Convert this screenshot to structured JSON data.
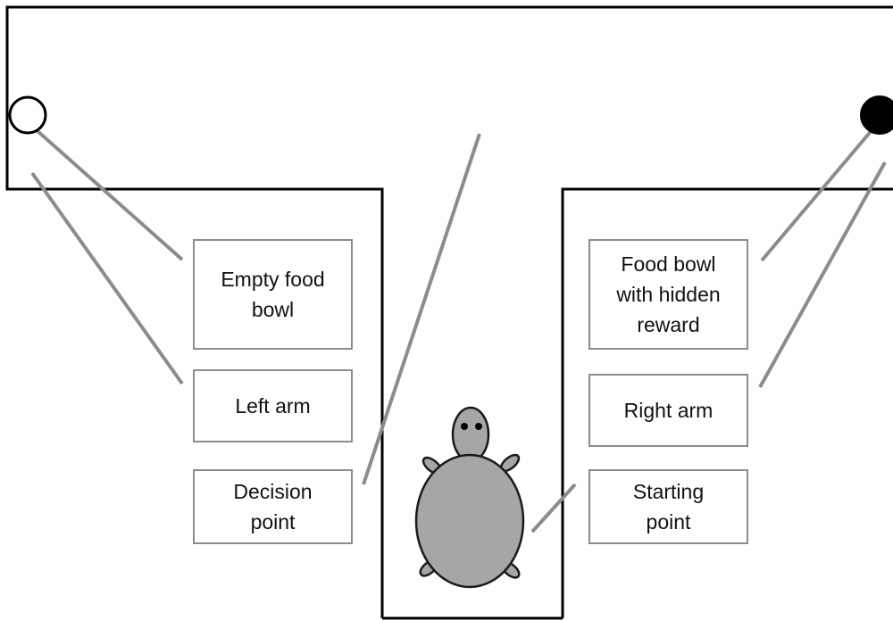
{
  "labels": {
    "empty_food_bowl": "Empty food\nbowl",
    "left_arm": "Left arm",
    "decision_point": "Decision\npoint",
    "food_bowl_reward": "Food bowl\nwith hidden\nreward",
    "right_arm": "Right arm",
    "starting_point": "Starting\npoint"
  },
  "colors": {
    "maze_wall": "#000000",
    "leader_line": "#8c8c8c",
    "box_border": "#8c8c8c",
    "turtle_fill": "#a6a6a6",
    "turtle_stroke": "#1a1a1a",
    "reward_bowl": "#000000",
    "empty_bowl": "#ffffff"
  },
  "icons": {
    "subject": "turtle-icon",
    "empty_bowl": "empty-bowl-icon",
    "reward_bowl": "filled-bowl-icon"
  }
}
